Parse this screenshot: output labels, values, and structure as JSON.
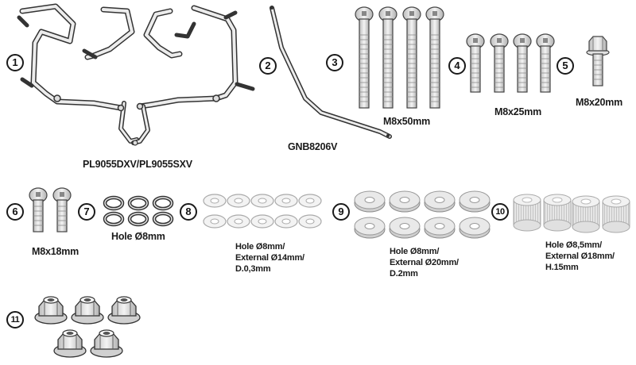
{
  "items": [
    {
      "num": "1",
      "label": "PL9055DXV/PL9055SXV"
    },
    {
      "num": "2",
      "label": "GNB8206V"
    },
    {
      "num": "3",
      "label": "M8x50mm"
    },
    {
      "num": "4",
      "label": "M8x25mm"
    },
    {
      "num": "5",
      "label": "M8x20mm"
    },
    {
      "num": "6",
      "label": "M8x18mm"
    },
    {
      "num": "7",
      "label": "Hole Ø8mm"
    },
    {
      "num": "8",
      "label": "Hole Ø8mm/\nExternal Ø14mm/\nD.0,3mm"
    },
    {
      "num": "9",
      "label": "Hole Ø8mm/\nExternal Ø20mm/\nD.2mm"
    },
    {
      "num": "10",
      "label": "Hole Ø8,5mm/\nExternal Ø18mm/\nH.15mm"
    },
    {
      "num": "11",
      "label": ""
    }
  ]
}
